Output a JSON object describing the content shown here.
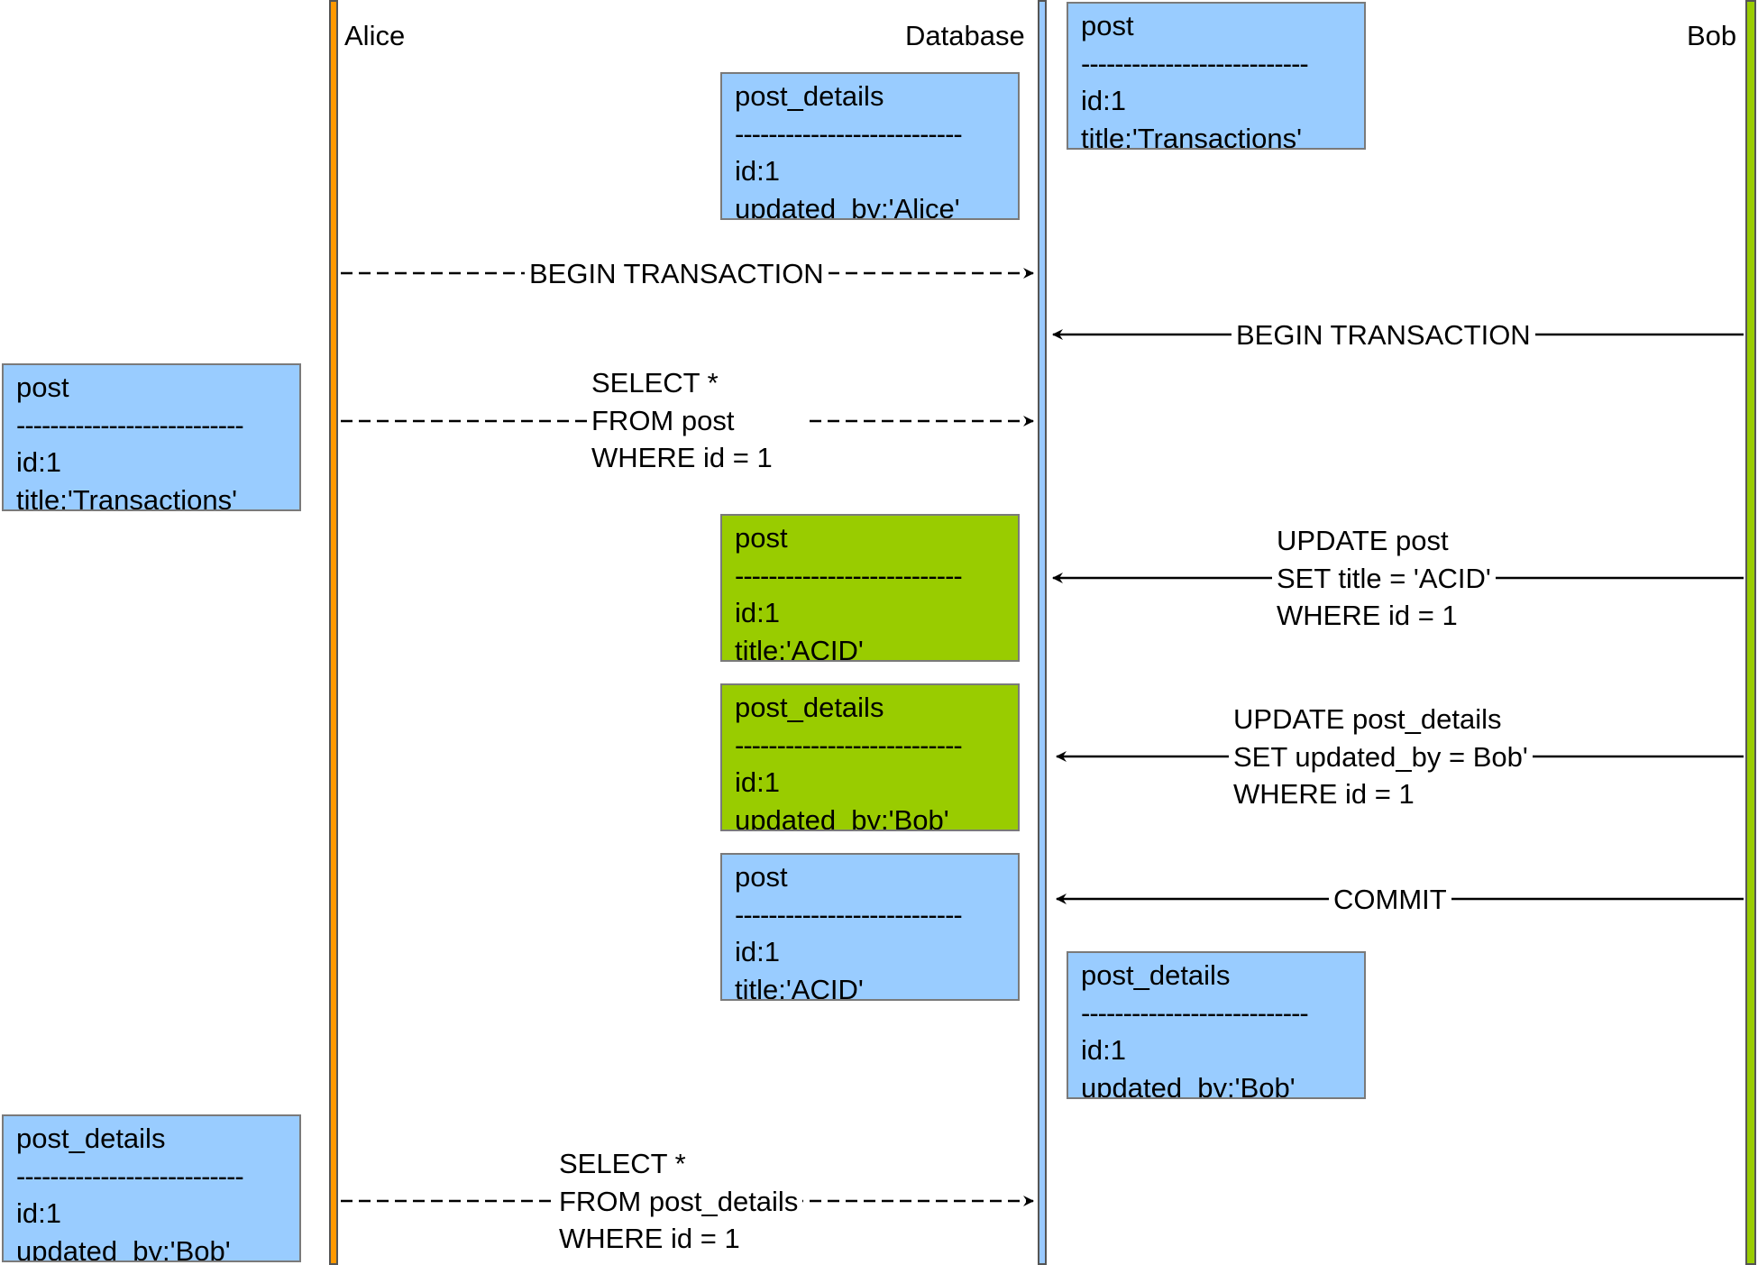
{
  "colors": {
    "alice_lifeline": "#FF9900",
    "db_lifeline": "#99C9FF",
    "bob_lifeline": "#99CC00",
    "box_committed": "#99CCFF",
    "box_uncommitted": "#99CC00",
    "arrow": "#000000"
  },
  "actors": {
    "alice": "Alice",
    "database": "Database",
    "bob": "Bob"
  },
  "boxes": [
    {
      "id": "db-post-initial",
      "color": "blue",
      "table": "post",
      "separator": "---------------------------",
      "fields": [
        "id:1",
        "title:'Transactions'"
      ]
    },
    {
      "id": "db-post-details-initial",
      "color": "blue",
      "table": "post_details",
      "separator": "---------------------------",
      "fields": [
        "id:1",
        "updated_by:'Alice'"
      ]
    },
    {
      "id": "alice-post-read",
      "color": "blue",
      "table": "post",
      "separator": "---------------------------",
      "fields": [
        "id:1",
        "title:'Transactions'"
      ]
    },
    {
      "id": "bob-post-uncommitted",
      "color": "green",
      "table": "post",
      "separator": "---------------------------",
      "fields": [
        "id:1",
        "title:'ACID'"
      ]
    },
    {
      "id": "bob-post-details-uncommitted",
      "color": "green",
      "table": "post_details",
      "separator": "---------------------------",
      "fields": [
        "id:1",
        "updated_by:'Bob'"
      ]
    },
    {
      "id": "db-post-committed",
      "color": "blue",
      "table": "post",
      "separator": "---------------------------",
      "fields": [
        "id:1",
        "title:'ACID'"
      ]
    },
    {
      "id": "db-post-details-committed",
      "color": "blue",
      "table": "post_details",
      "separator": "---------------------------",
      "fields": [
        "id:1",
        "updated_by:'Bob'"
      ]
    },
    {
      "id": "alice-post-details-read",
      "color": "blue",
      "table": "post_details",
      "separator": "---------------------------",
      "fields": [
        "id:1",
        "updated_by:'Bob'"
      ]
    }
  ],
  "messages": [
    {
      "id": "alice-begin",
      "from": "Alice",
      "to": "Database",
      "style": "dashed",
      "lines": [
        "BEGIN TRANSACTION"
      ]
    },
    {
      "id": "bob-begin",
      "from": "Bob",
      "to": "Database",
      "style": "solid",
      "lines": [
        "BEGIN TRANSACTION"
      ]
    },
    {
      "id": "alice-select-post",
      "from": "Alice",
      "to": "Database",
      "style": "dashed",
      "lines": [
        "SELECT *",
        "FROM post",
        "WHERE id = 1"
      ]
    },
    {
      "id": "bob-update-post",
      "from": "Bob",
      "to": "Database",
      "style": "solid",
      "lines": [
        "UPDATE post",
        "SET title = 'ACID'",
        "WHERE id = 1"
      ]
    },
    {
      "id": "bob-update-post-details",
      "from": "Bob",
      "to": "Database",
      "style": "solid",
      "lines": [
        "UPDATE post_details",
        "SET updated_by = Bob'",
        "WHERE id = 1"
      ]
    },
    {
      "id": "bob-commit",
      "from": "Bob",
      "to": "Database",
      "style": "solid",
      "lines": [
        "COMMIT"
      ]
    },
    {
      "id": "alice-select-post-details",
      "from": "Alice",
      "to": "Database",
      "style": "dashed",
      "lines": [
        "SELECT *",
        "FROM post_details",
        "WHERE id = 1"
      ]
    }
  ]
}
